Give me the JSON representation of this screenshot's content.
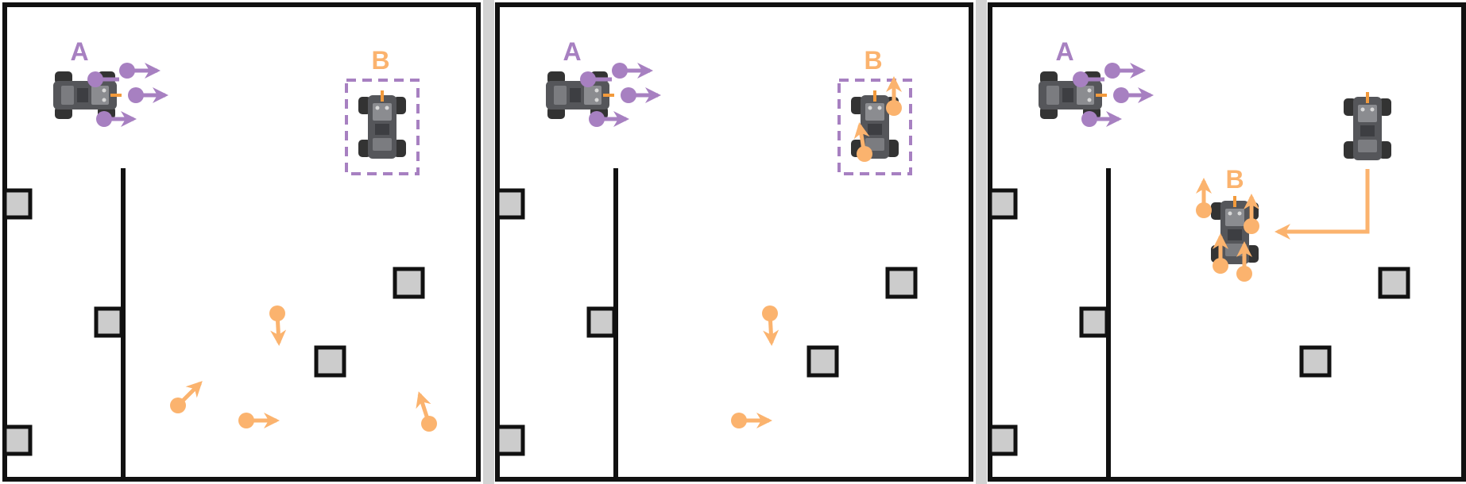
{
  "colors": {
    "robot_a": "#a780c1",
    "robot_b": "#fbb36e",
    "wall": "#111111",
    "obstacle_fill": "#cccccc",
    "panel_gap": "#d3d3d3",
    "background": "#ffffff"
  },
  "icons": {
    "robot": "robot-car-icon",
    "particle": "particle-arrow-icon"
  },
  "panels": [
    {
      "label_a": "A",
      "label_b": "B",
      "b_bounding_box": "dashed",
      "robot_b_visible": true,
      "path_shown": false
    },
    {
      "label_a": "A",
      "label_b": "B",
      "b_bounding_box": "dashed",
      "robot_b_visible": true,
      "path_shown": false
    },
    {
      "label_a": "A",
      "label_b": "B",
      "b_bounding_box": "none",
      "robot_b_visible": true,
      "path_shown": true
    }
  ]
}
